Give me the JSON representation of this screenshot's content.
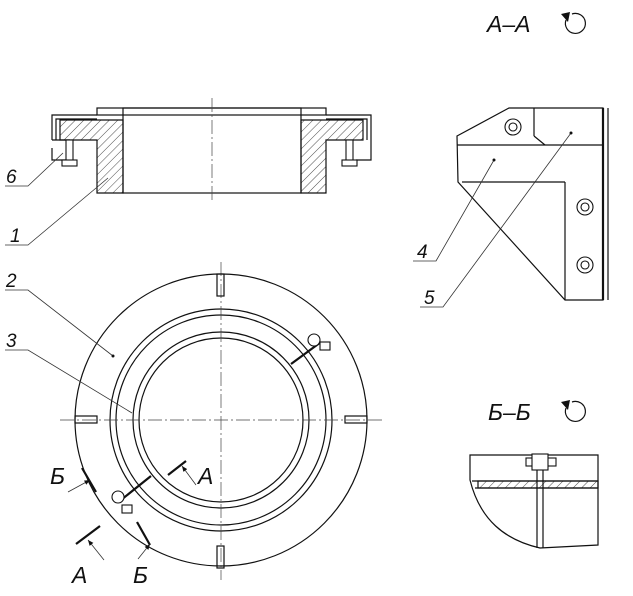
{
  "labels": {
    "part1": "1",
    "part2": "2",
    "part3": "3",
    "part4": "4",
    "part5": "5",
    "part6": "6"
  },
  "sections": {
    "aa_title": "А–А",
    "bb_title": "Б–Б",
    "cut_a": "А",
    "cut_b": "Б"
  },
  "icons": {
    "rotation": "rotation-symbol-icon"
  }
}
